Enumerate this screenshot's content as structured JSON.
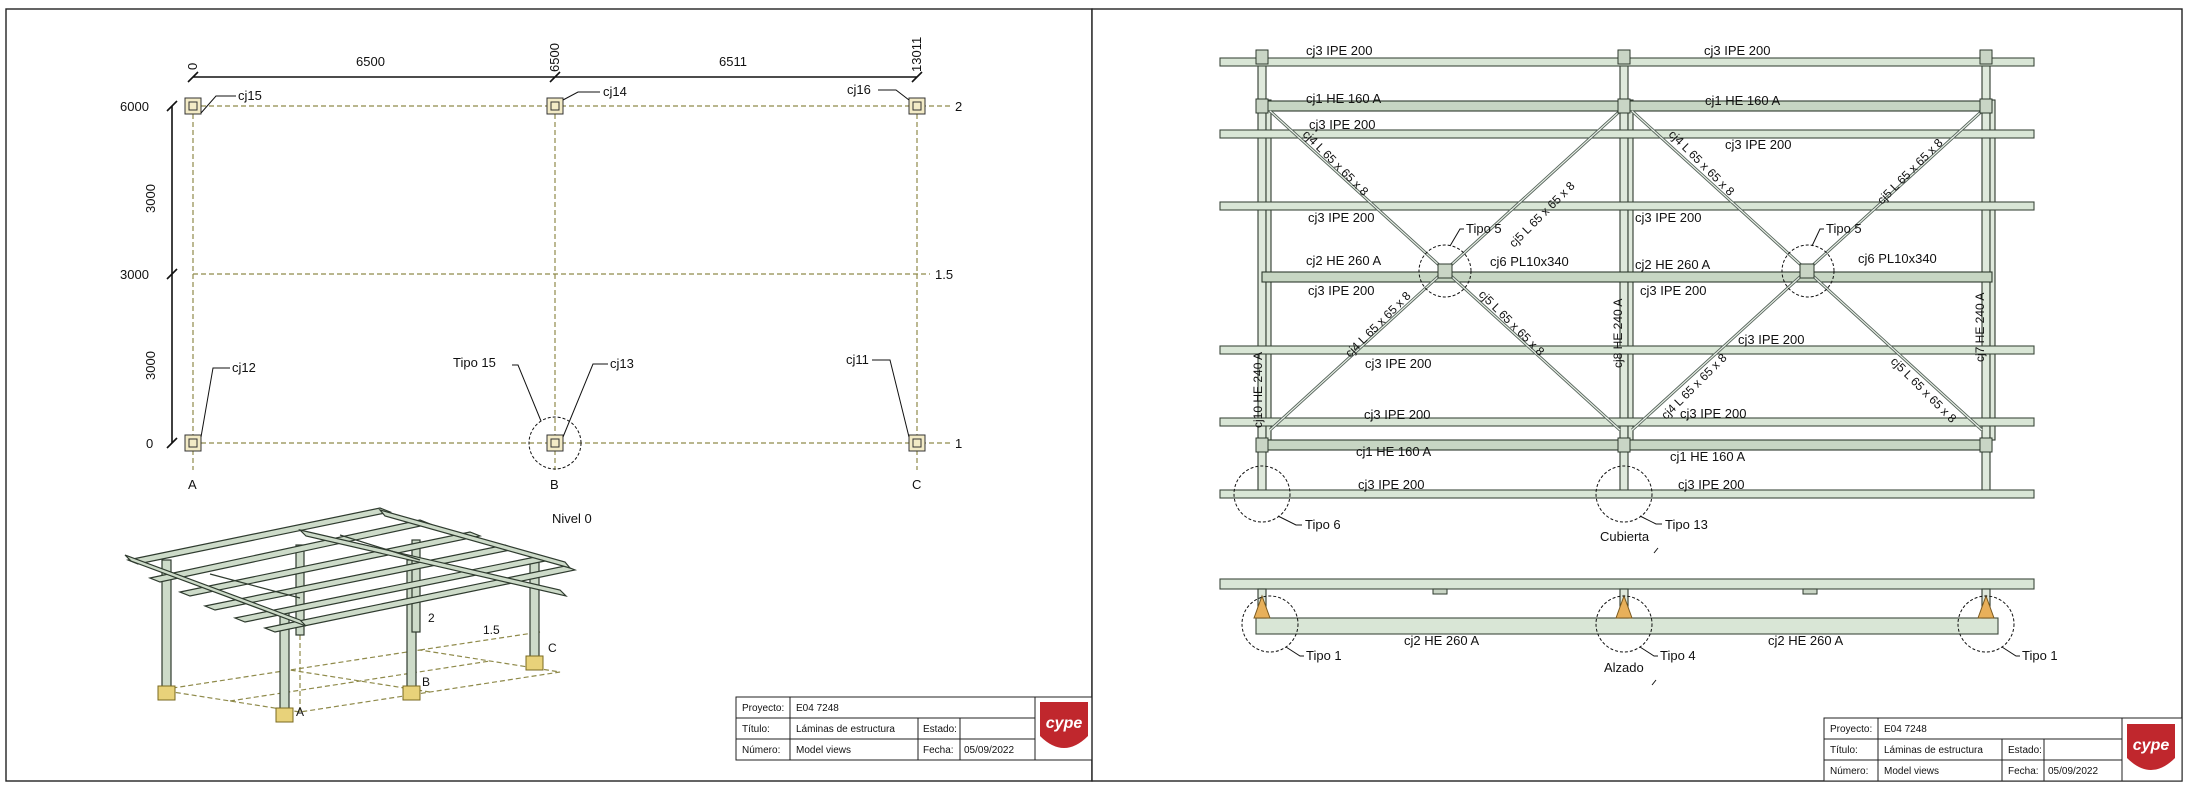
{
  "left_plan": {
    "top_dims": [
      "0",
      "6500",
      "6500",
      "6511",
      "13011"
    ],
    "side_dims": [
      "6000",
      "3000",
      "3000",
      "3000",
      "0"
    ],
    "column_labels": [
      "cj15",
      "cj14",
      "cj16",
      "cj12",
      "cj13",
      "cj11"
    ],
    "row_axes": [
      "2",
      "1.5",
      "1"
    ],
    "col_axes": [
      "A",
      "B",
      "C"
    ],
    "detail": "Tipo 15",
    "iso_labels": [
      "Nivel 0",
      "2",
      "1.5",
      "C",
      "B",
      "A"
    ]
  },
  "right_plan": {
    "members": [
      "cj3 IPE 200",
      "cj3 IPE 200",
      "cj1 HE 160 A",
      "cj1 HE 160 A",
      "cj3 IPE 200",
      "cj3 IPE 200",
      "cj4 L 65 x 65 x 8",
      "cj5 L 65 x 65 x 8",
      "cj4 L 65 x 65 x 8",
      "cj5 L 65 x 65 x 8",
      "cj3 IPE 200",
      "cj3 IPE 200",
      "cj2 HE 260 A",
      "cj6 PL10x340",
      "cj2 HE 260 A",
      "cj6 PL10x340",
      "cj3 IPE 200",
      "cj3 IPE 200",
      "cj4 L 65 x 65 x 8",
      "cj5 L 65 x 65 x 8",
      "cj3 IPE 200",
      "cj3 IPE 200",
      "cj4 L 65 x 65 x 8",
      "cj5 L 65 x 65 x 8",
      "cj3 IPE 200",
      "cj3 IPE 200",
      "cj1 HE 160 A",
      "cj1 HE 160 A",
      "cj3 IPE 200",
      "cj3 IPE 200",
      "cj10 HE 240 A",
      "cj8 HE 240 A",
      "cj7 HE 240 A"
    ],
    "details": [
      "Tipo 5",
      "Tipo 5",
      "Tipo 6",
      "Tipo 13"
    ],
    "view_cubierta": "Cubierta",
    "elev_members": [
      "cj2 HE 260 A",
      "cj2 HE 260 A"
    ],
    "elev_details": [
      "Tipo 1",
      "Tipo 4",
      "Tipo 1"
    ],
    "view_alzado": "Alzado"
  },
  "title_block": {
    "proyecto_label": "Proyecto:",
    "proyecto_value": "E04 7248",
    "titulo_label": "Título:",
    "titulo_value": "Láminas de estructura",
    "estado_label": "Estado:",
    "numero_label": "Número:",
    "numero_value": "Model views",
    "fecha_label": "Fecha:",
    "fecha_value": "05/09/2022",
    "logo": "cype"
  },
  "colors": {
    "logo_red": "#c0272d",
    "grid_line": "#8f8a4a",
    "steel_fill": "#d9e6d6",
    "base_plate": "#e8d27a"
  }
}
